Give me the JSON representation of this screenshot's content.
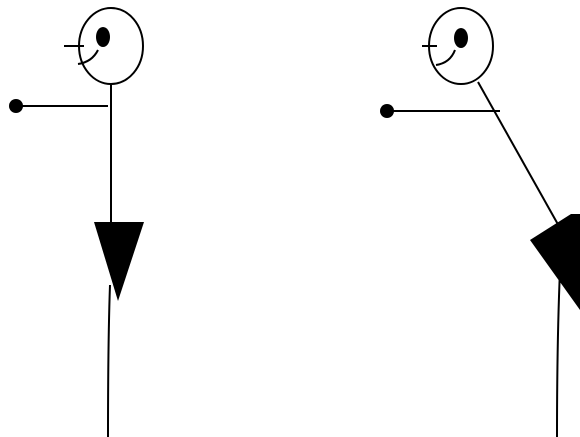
{
  "figures": [
    {
      "id": "left",
      "pose": "upright"
    },
    {
      "id": "right",
      "pose": "leaning"
    }
  ],
  "colors": {
    "stroke": "#000000",
    "fill": "#000000",
    "background": "#ffffff"
  }
}
